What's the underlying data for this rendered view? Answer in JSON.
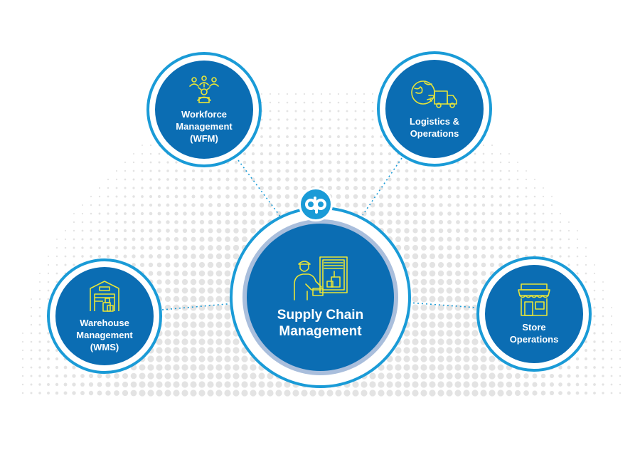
{
  "center": {
    "label_line1": "Supply Chain",
    "label_line2": "Management",
    "icon": "worker-with-boxes-icon"
  },
  "logo": {
    "icon": "dp-logo"
  },
  "nodes": {
    "wfm": {
      "line1": "Workforce",
      "line2": "Management",
      "line3": "(WFM)",
      "icon": "team-network-icon"
    },
    "logistics": {
      "line1": "Logistics &",
      "line2": "Operations",
      "icon": "globe-truck-icon"
    },
    "wms": {
      "line1": "Warehouse",
      "line2": "Management",
      "line3": "(WMS)",
      "icon": "warehouse-icon"
    },
    "store": {
      "line1": "Store",
      "line2": "Operations",
      "icon": "storefront-icon"
    }
  },
  "colors": {
    "primary": "#0b6db3",
    "accent": "#1a9bd7",
    "icon": "#e8e538",
    "dots": "#e3e3e3"
  }
}
